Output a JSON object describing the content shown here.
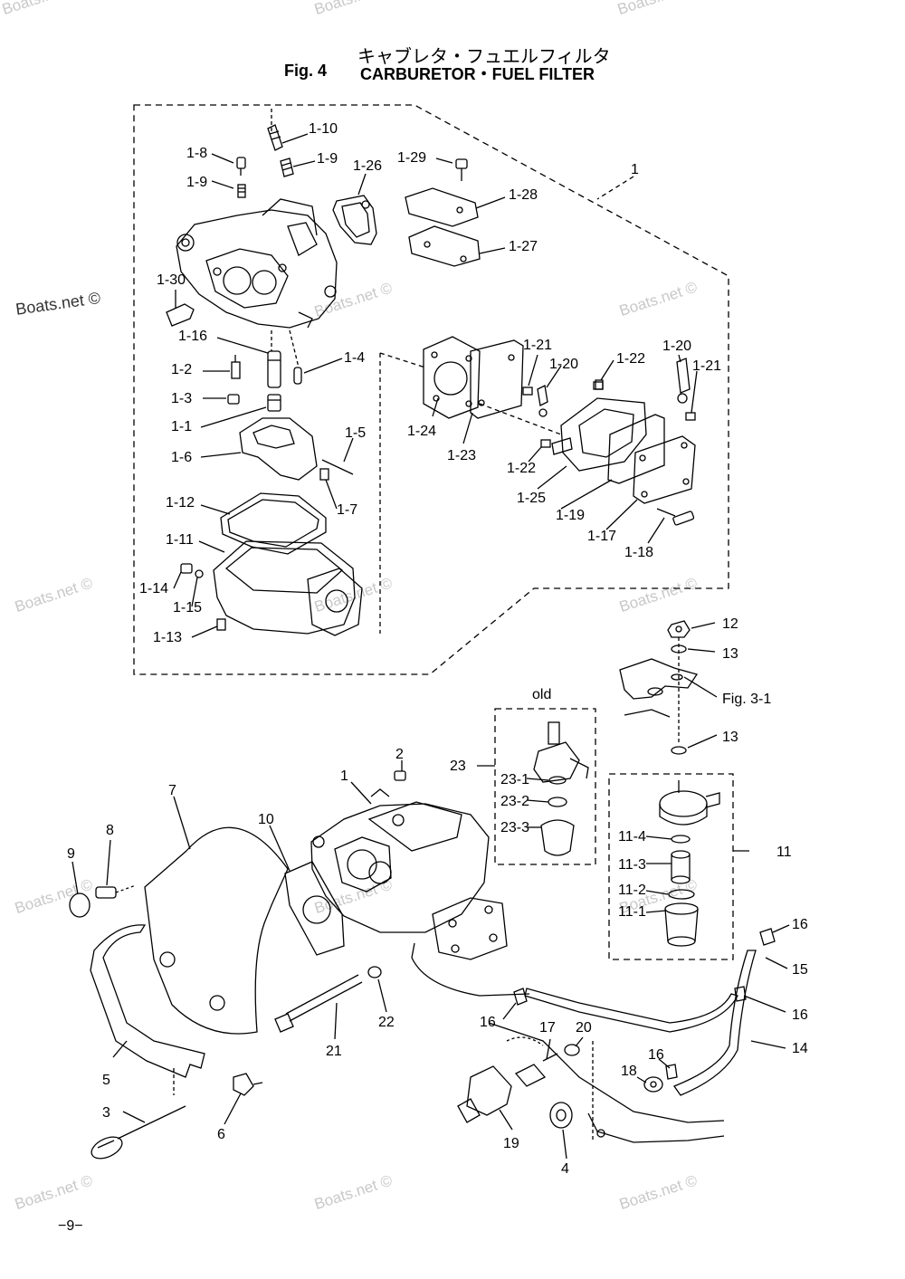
{
  "header": {
    "japanese_title": "キャブレタ・フュエルフィルタ",
    "fig_label": "Fig. 4",
    "title": "CARBURETOR・FUEL FILTER"
  },
  "page_number": "−9−",
  "watermark": "Boats.net ©",
  "labels": [
    {
      "id": "1-10",
      "text": "1-10"
    },
    {
      "id": "1-8",
      "text": "1-8"
    },
    {
      "id": "1-9a",
      "text": "1-9"
    },
    {
      "id": "1-9b",
      "text": "1-9"
    },
    {
      "id": "1-26",
      "text": "1-26"
    },
    {
      "id": "1-29",
      "text": "1-29"
    },
    {
      "id": "1",
      "text": "1"
    },
    {
      "id": "1-28",
      "text": "1-28"
    },
    {
      "id": "1-27",
      "text": "1-27"
    },
    {
      "id": "1-30",
      "text": "1-30"
    },
    {
      "id": "1-16",
      "text": "1-16"
    },
    {
      "id": "1-4",
      "text": "1-4"
    },
    {
      "id": "1-2",
      "text": "1-2"
    },
    {
      "id": "1-3",
      "text": "1-3"
    },
    {
      "id": "1-1",
      "text": "1-1"
    },
    {
      "id": "1-5",
      "text": "1-5"
    },
    {
      "id": "1-6",
      "text": "1-6"
    },
    {
      "id": "1-7",
      "text": "1-7"
    },
    {
      "id": "1-12",
      "text": "1-12"
    },
    {
      "id": "1-11",
      "text": "1-11"
    },
    {
      "id": "1-14",
      "text": "1-14"
    },
    {
      "id": "1-15",
      "text": "1-15"
    },
    {
      "id": "1-13",
      "text": "1-13"
    },
    {
      "id": "1-21a",
      "text": "1-21"
    },
    {
      "id": "1-20a",
      "text": "1-20"
    },
    {
      "id": "1-22a",
      "text": "1-22"
    },
    {
      "id": "1-20b",
      "text": "1-20"
    },
    {
      "id": "1-21b",
      "text": "1-21"
    },
    {
      "id": "1-24",
      "text": "1-24"
    },
    {
      "id": "1-23",
      "text": "1-23"
    },
    {
      "id": "1-22b",
      "text": "1-22"
    },
    {
      "id": "1-25",
      "text": "1-25"
    },
    {
      "id": "1-19",
      "text": "1-19"
    },
    {
      "id": "1-17",
      "text": "1-17"
    },
    {
      "id": "1-18",
      "text": "1-18"
    },
    {
      "id": "12",
      "text": "12"
    },
    {
      "id": "13a",
      "text": "13"
    },
    {
      "id": "fig31",
      "text": "Fig. 3-1"
    },
    {
      "id": "13b",
      "text": "13"
    },
    {
      "id": "old",
      "text": "old"
    },
    {
      "id": "23",
      "text": "23"
    },
    {
      "id": "23-1",
      "text": "23-1"
    },
    {
      "id": "23-2",
      "text": "23-2"
    },
    {
      "id": "23-3",
      "text": "23-3"
    },
    {
      "id": "2",
      "text": "2"
    },
    {
      "id": "1b",
      "text": "1"
    },
    {
      "id": "7",
      "text": "7"
    },
    {
      "id": "8",
      "text": "8"
    },
    {
      "id": "9",
      "text": "9"
    },
    {
      "id": "10",
      "text": "10"
    },
    {
      "id": "11-4",
      "text": "11-4"
    },
    {
      "id": "11-3",
      "text": "11-3"
    },
    {
      "id": "11-2",
      "text": "11-2"
    },
    {
      "id": "11-1",
      "text": "11-1"
    },
    {
      "id": "11",
      "text": "11"
    },
    {
      "id": "16a",
      "text": "16"
    },
    {
      "id": "15",
      "text": "15"
    },
    {
      "id": "16b",
      "text": "16"
    },
    {
      "id": "14",
      "text": "14"
    },
    {
      "id": "16c",
      "text": "16"
    },
    {
      "id": "17",
      "text": "17"
    },
    {
      "id": "20",
      "text": "20"
    },
    {
      "id": "16d",
      "text": "16"
    },
    {
      "id": "18",
      "text": "18"
    },
    {
      "id": "21",
      "text": "21"
    },
    {
      "id": "22",
      "text": "22"
    },
    {
      "id": "5",
      "text": "5"
    },
    {
      "id": "3",
      "text": "3"
    },
    {
      "id": "6",
      "text": "6"
    },
    {
      "id": "19",
      "text": "19"
    },
    {
      "id": "4",
      "text": "4"
    }
  ]
}
